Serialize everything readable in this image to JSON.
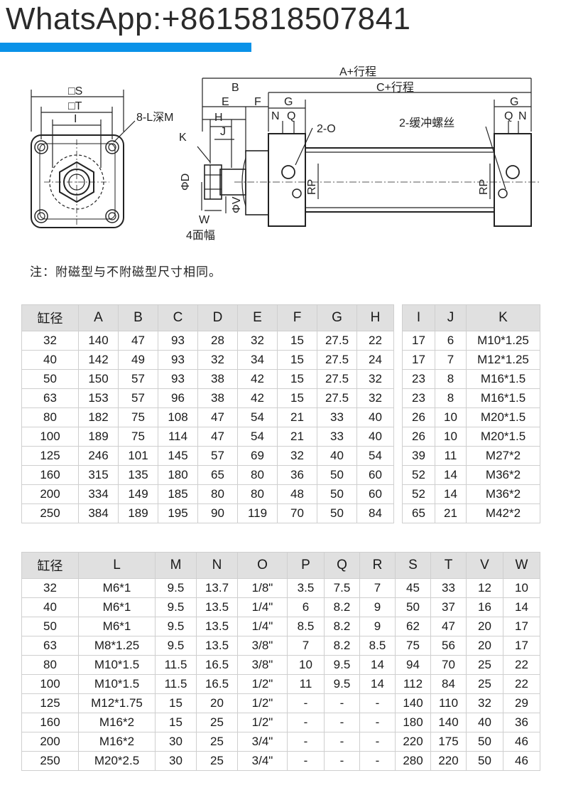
{
  "header": {
    "title": "WhatsApp:+8615818507841",
    "accent_color": "#0a92e8"
  },
  "drawing": {
    "labels": {
      "square_s": "□S",
      "square_t": "□T",
      "i": "I",
      "hole_spec": "8-L深M",
      "k": "K",
      "d": "ΦD",
      "v": "ΦV",
      "w": "W",
      "four_faces": "4面幅",
      "a_stroke": "A+行程",
      "c_stroke": "C+行程",
      "b": "B",
      "e": "E",
      "f": "F",
      "h": "H",
      "j": "J",
      "g_left": "G",
      "g_right": "G",
      "n_left": "N",
      "q_left": "Q",
      "n_right": "N",
      "q_right": "Q",
      "port": "2-O",
      "cushion": "2-缓冲螺丝",
      "rp_left": "RP",
      "rp_right": "RP"
    }
  },
  "note": "注：附磁型与不附磁型尺寸相同。",
  "table1": {
    "headers": [
      "缸径",
      "A",
      "B",
      "C",
      "D",
      "E",
      "F",
      "G",
      "H",
      "I",
      "J",
      "K"
    ],
    "rows": [
      [
        "32",
        "140",
        "47",
        "93",
        "28",
        "32",
        "15",
        "27.5",
        "22",
        "17",
        "6",
        "M10*1.25"
      ],
      [
        "40",
        "142",
        "49",
        "93",
        "32",
        "34",
        "15",
        "27.5",
        "24",
        "17",
        "7",
        "M12*1.25"
      ],
      [
        "50",
        "150",
        "57",
        "93",
        "38",
        "42",
        "15",
        "27.5",
        "32",
        "23",
        "8",
        "M16*1.5"
      ],
      [
        "63",
        "153",
        "57",
        "96",
        "38",
        "42",
        "15",
        "27.5",
        "32",
        "23",
        "8",
        "M16*1.5"
      ],
      [
        "80",
        "182",
        "75",
        "108",
        "47",
        "54",
        "21",
        "33",
        "40",
        "26",
        "10",
        "M20*1.5"
      ],
      [
        "100",
        "189",
        "75",
        "114",
        "47",
        "54",
        "21",
        "33",
        "40",
        "26",
        "10",
        "M20*1.5"
      ],
      [
        "125",
        "246",
        "101",
        "145",
        "57",
        "69",
        "32",
        "40",
        "54",
        "39",
        "11",
        "M27*2"
      ],
      [
        "160",
        "315",
        "135",
        "180",
        "65",
        "80",
        "36",
        "50",
        "60",
        "52",
        "14",
        "M36*2"
      ],
      [
        "200",
        "334",
        "149",
        "185",
        "80",
        "80",
        "48",
        "50",
        "60",
        "52",
        "14",
        "M36*2"
      ],
      [
        "250",
        "384",
        "189",
        "195",
        "90",
        "119",
        "70",
        "50",
        "84",
        "65",
        "21",
        "M42*2"
      ]
    ]
  },
  "table2": {
    "headers": [
      "缸径",
      "L",
      "M",
      "N",
      "O",
      "P",
      "Q",
      "R",
      "S",
      "T",
      "V",
      "W"
    ],
    "rows": [
      [
        "32",
        "M6*1",
        "9.5",
        "13.7",
        "1/8\"",
        "3.5",
        "7.5",
        "7",
        "45",
        "33",
        "12",
        "10"
      ],
      [
        "40",
        "M6*1",
        "9.5",
        "13.5",
        "1/4\"",
        "6",
        "8.2",
        "9",
        "50",
        "37",
        "16",
        "14"
      ],
      [
        "50",
        "M6*1",
        "9.5",
        "13.5",
        "1/4\"",
        "8.5",
        "8.2",
        "9",
        "62",
        "47",
        "20",
        "17"
      ],
      [
        "63",
        "M8*1.25",
        "9.5",
        "13.5",
        "3/8\"",
        "7",
        "8.2",
        "8.5",
        "75",
        "56",
        "20",
        "17"
      ],
      [
        "80",
        "M10*1.5",
        "11.5",
        "16.5",
        "3/8\"",
        "10",
        "9.5",
        "14",
        "94",
        "70",
        "25",
        "22"
      ],
      [
        "100",
        "M10*1.5",
        "11.5",
        "16.5",
        "1/2\"",
        "11",
        "9.5",
        "14",
        "112",
        "84",
        "25",
        "22"
      ],
      [
        "125",
        "M12*1.75",
        "15",
        "20",
        "1/2\"",
        "-",
        "-",
        "-",
        "140",
        "110",
        "32",
        "29"
      ],
      [
        "160",
        "M16*2",
        "15",
        "25",
        "1/2\"",
        "-",
        "-",
        "-",
        "180",
        "140",
        "40",
        "36"
      ],
      [
        "200",
        "M16*2",
        "30",
        "25",
        "3/4\"",
        "-",
        "-",
        "-",
        "220",
        "175",
        "50",
        "46"
      ],
      [
        "250",
        "M20*2.5",
        "30",
        "25",
        "3/4\"",
        "-",
        "-",
        "-",
        "280",
        "220",
        "50",
        "46"
      ]
    ]
  }
}
